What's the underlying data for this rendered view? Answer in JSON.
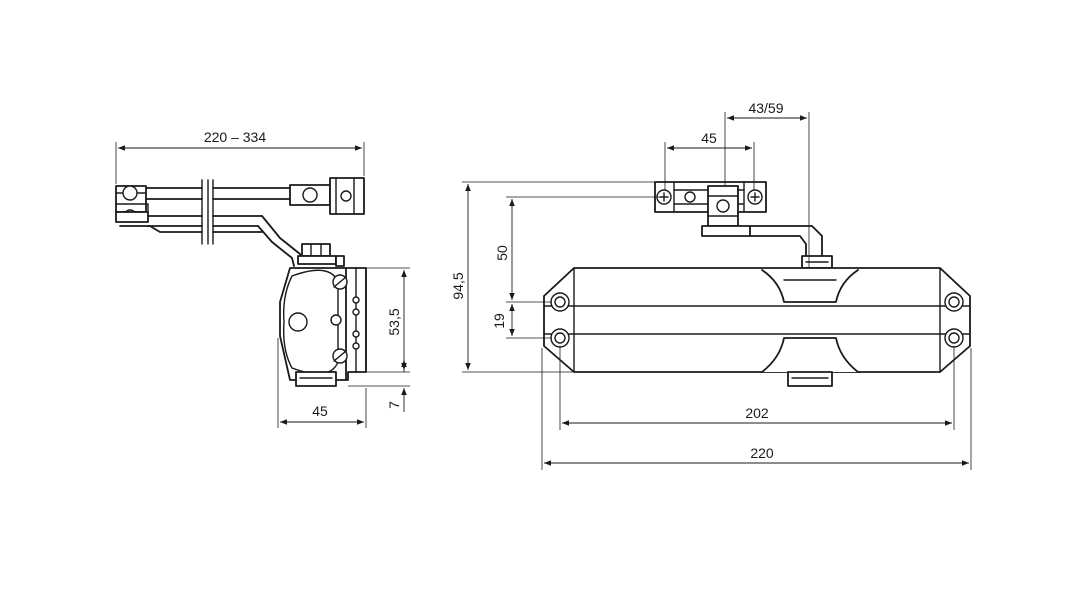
{
  "dimensions": {
    "side_arm_length": "220 – 334",
    "side_body_height": "53,5",
    "side_bottom_offset": "7",
    "side_body_depth": "45",
    "front_bracket_width": "45",
    "front_arm_offset": "43/59",
    "front_total_height": "94,5",
    "front_arm_height": "50",
    "front_hole_spacing": "19",
    "front_hole_distance": "202",
    "front_total_length": "220"
  }
}
